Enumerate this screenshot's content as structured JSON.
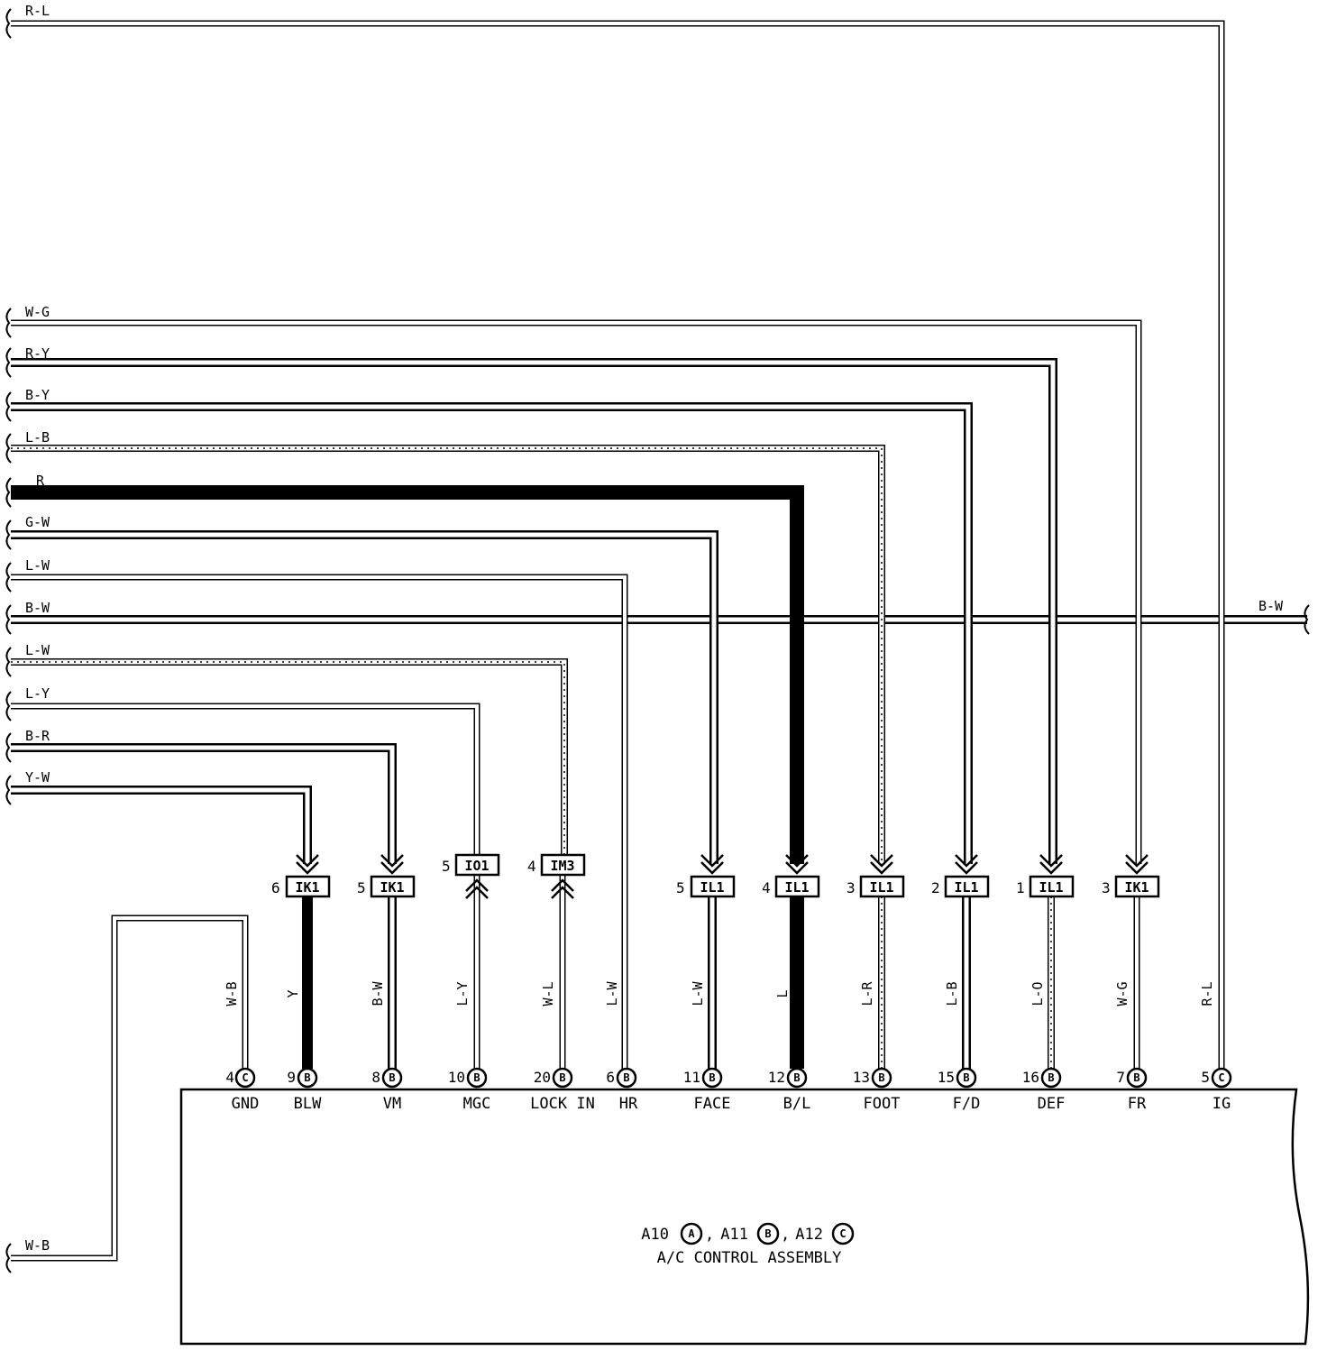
{
  "left_wires": [
    {
      "label": "R-L"
    },
    {
      "label": "W-G"
    },
    {
      "label": "R-Y"
    },
    {
      "label": "B-Y"
    },
    {
      "label": "L-B"
    },
    {
      "label": "R"
    },
    {
      "label": "G-W"
    },
    {
      "label": "L-W"
    },
    {
      "label": "B-W"
    },
    {
      "label": "L-W"
    },
    {
      "label": "L-Y"
    },
    {
      "label": "B-R"
    },
    {
      "label": "Y-W"
    },
    {
      "label": "W-B"
    }
  ],
  "right_wire_label": "B-W",
  "connectors": [
    {
      "pin": "6",
      "code": "IK1"
    },
    {
      "pin": "5",
      "code": "IK1"
    },
    {
      "pin": "5",
      "code": "IO1"
    },
    {
      "pin": "4",
      "code": "IM3"
    },
    {
      "pin": "5",
      "code": "IL1"
    },
    {
      "pin": "4",
      "code": "IL1"
    },
    {
      "pin": "3",
      "code": "IL1"
    },
    {
      "pin": "2",
      "code": "IL1"
    },
    {
      "pin": "1",
      "code": "IL1"
    },
    {
      "pin": "3",
      "code": "IK1"
    }
  ],
  "vertical_labels": [
    "W-B",
    "Y",
    "B-W",
    "L-Y",
    "W-L",
    "L-W",
    "L-W",
    "L",
    "L-R",
    "L-B",
    "L-O",
    "W-G",
    "R-L"
  ],
  "terminals": [
    {
      "pin": "4",
      "conn": "C",
      "name": "GND"
    },
    {
      "pin": "9",
      "conn": "B",
      "name": "BLW"
    },
    {
      "pin": "8",
      "conn": "B",
      "name": "VM"
    },
    {
      "pin": "10",
      "conn": "B",
      "name": "MGC"
    },
    {
      "pin": "20",
      "conn": "B",
      "name": "LOCK IN"
    },
    {
      "pin": "6",
      "conn": "B",
      "name": "HR"
    },
    {
      "pin": "11",
      "conn": "B",
      "name": "FACE"
    },
    {
      "pin": "12",
      "conn": "B",
      "name": "B/L"
    },
    {
      "pin": "13",
      "conn": "B",
      "name": "FOOT"
    },
    {
      "pin": "15",
      "conn": "B",
      "name": "F/D"
    },
    {
      "pin": "16",
      "conn": "B",
      "name": "DEF"
    },
    {
      "pin": "7",
      "conn": "B",
      "name": "FR"
    },
    {
      "pin": "5",
      "conn": "C",
      "name": "IG"
    }
  ],
  "assembly": {
    "connectors": [
      {
        "prefix": "A10",
        "letter": "A"
      },
      {
        "prefix": "A11",
        "letter": "B"
      },
      {
        "prefix": "A12",
        "letter": "C"
      }
    ],
    "name": "A/C CONTROL ASSEMBLY"
  }
}
